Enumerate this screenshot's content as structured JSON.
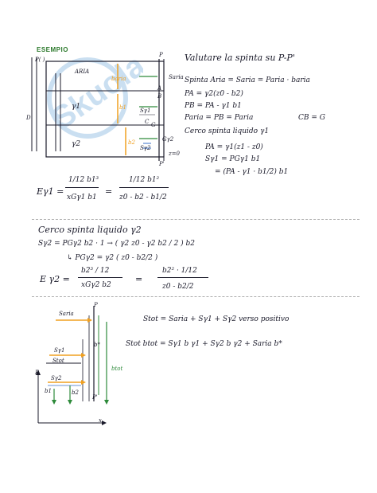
{
  "title": "ESEMPIO",
  "diagram1": {
    "top_labels": [
      "P(  )",
      "P"
    ],
    "aria": "ARIA",
    "baria": "baria",
    "gamma1": "γ1",
    "gamma2": "γ2",
    "b1": "b1",
    "b2": "b2",
    "s_aria": "Saria",
    "s_g1": "Sγ1",
    "s_g2": "Sγ2",
    "g_g1": "G",
    "g_g2": "Gγ2",
    "z0": "z=0",
    "p_prime": "P'",
    "a": "A",
    "b": "B",
    "c": "C",
    "d": "D"
  },
  "right_notes": {
    "heading": "Valutare la spinta su P-P'",
    "line1": "Spinta Aria = Saria = Paria · baria",
    "line2": "PA = γ2(z0 - b2)",
    "line3": "PB = PA - γ1 b1",
    "line4": "Paria = PB = Paria",
    "line4b": "CB = G",
    "heading2": "Cerco spinta liquido γ1",
    "line5": "PA = γ1(z1 - z0)",
    "line6": "Sγ1 = PGγ1 b1",
    "line7": "= (PA - γ1 · b1/2) b1"
  },
  "left_formula": {
    "lhs": "Eγ1 =",
    "num1": "1/12 b1³",
    "den1": "xGγ1 b1",
    "eq": "=",
    "num2": "1/12 b1²",
    "den2": "z0 - b2 - b1/2"
  },
  "section2": {
    "heading": "Cerco spinta liquido γ2",
    "line1": "Sγ2 = PGγ2 b2 · 1   →  ( γ2 z0 - γ2 b2 / 2 ) b2",
    "line2": "↳ PGγ2 = γ2 ( z0 - b2/2 )",
    "lhs": "E γ2 =",
    "num1": "b2³ / 12",
    "den1": "xGγ2 b2",
    "eq": "=",
    "num2": "b2² · 1/12",
    "den2": "z0 - b2/2"
  },
  "section3": {
    "s_aria": "Saria",
    "s_g1": "Sγ1",
    "s_tot": "Stot",
    "s_g2": "Sγ2",
    "p_top": "P",
    "p_bot": "P'",
    "b_label": "B",
    "x_label": "x",
    "b1": "b1",
    "b2": "b2",
    "bstar": "b*",
    "btot": "btot",
    "eq1": "Stot = Saria + Sγ1 + Sγ2     verso positivo",
    "eq2": "Stot btot = Sγ1 b γ1 + Sγ2 b γ2 + Saria b*"
  },
  "colors": {
    "orange": "#f0a020",
    "green": "#2d8a3a",
    "ink": "#1a1a2a",
    "watermark": "#6aa6d8"
  }
}
